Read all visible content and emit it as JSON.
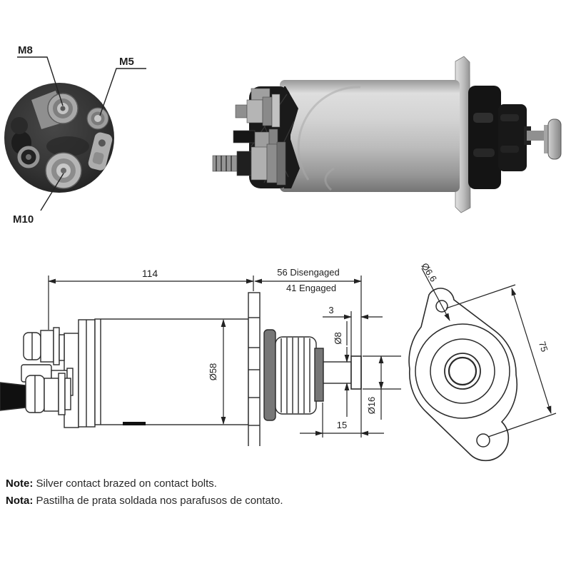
{
  "end_view": {
    "labels": {
      "m8": "M8",
      "m5": "M5",
      "m10": "M10"
    }
  },
  "side_view": {
    "dimensions": {
      "overall_length": "114",
      "disengaged": "56 Disengaged",
      "engaged": "41 Engaged",
      "pin_thickness": "3",
      "body_diameter": "Ø58",
      "shaft_diameter": "Ø8",
      "pin_diameter": "Ø16",
      "shaft_length": "15"
    }
  },
  "flange_view": {
    "dimensions": {
      "hole_diameter": "Ø6.6",
      "hole_spacing": "75"
    }
  },
  "notes": [
    {
      "prefix": "Note:",
      "text": "Silver contact brazed on contact bolts."
    },
    {
      "prefix": "Nota:",
      "text": "Pastilha de prata soldada nos parafusos de contato."
    }
  ],
  "colors": {
    "line": "#2b2b2b",
    "photo_body_light": "#dcdcdc",
    "photo_body_dark": "#7d7d7d",
    "photo_black_parts": "#161616",
    "end_view_base": "#333333"
  }
}
